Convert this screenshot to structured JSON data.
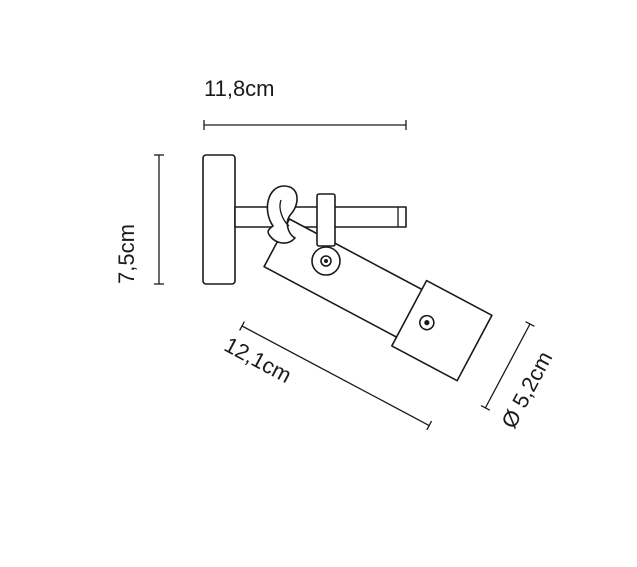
{
  "dimensions": {
    "width_label": "11,8cm",
    "height_label": "7,5cm",
    "length_label": "12,1cm",
    "diameter_label": "Ø 5,2cm"
  },
  "colors": {
    "line": "#1a1a1a",
    "background": "#ffffff"
  }
}
